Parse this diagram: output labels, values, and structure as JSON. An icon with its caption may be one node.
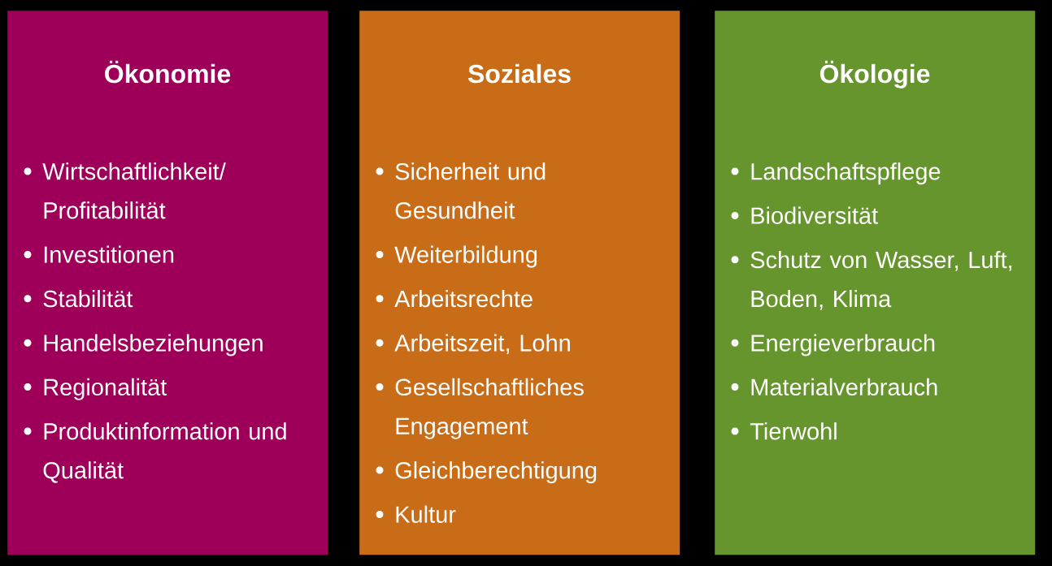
{
  "diagram": {
    "nodes": [
      {
        "text": [
          "Ökonomie",
          "Wirtschaftlichkeit/ Profitabilität",
          "Investitionen",
          "Stabilität",
          "Handelsbeziehungen",
          "Regionalität",
          "Produktinformation und Qualität"
        ]
      },
      {
        "text": [
          "Soziales",
          "Sicherheit und Gesundheit",
          "Weiterbildung",
          "Arbeitsrechte",
          "Arbeitszeit, Lohn",
          "Gesellschaftliches Engagement",
          "Gleichberechtigung",
          "Kultur"
        ]
      },
      {
        "text": [
          "Ökologie",
          "Landschaftspflege",
          "Biodiversität",
          "Schutz von Wasser, Luft, Boden, Klima",
          "Energieverbrauch",
          "Materialverbrauch",
          "Tierwohl"
        ]
      }
    ]
  }
}
